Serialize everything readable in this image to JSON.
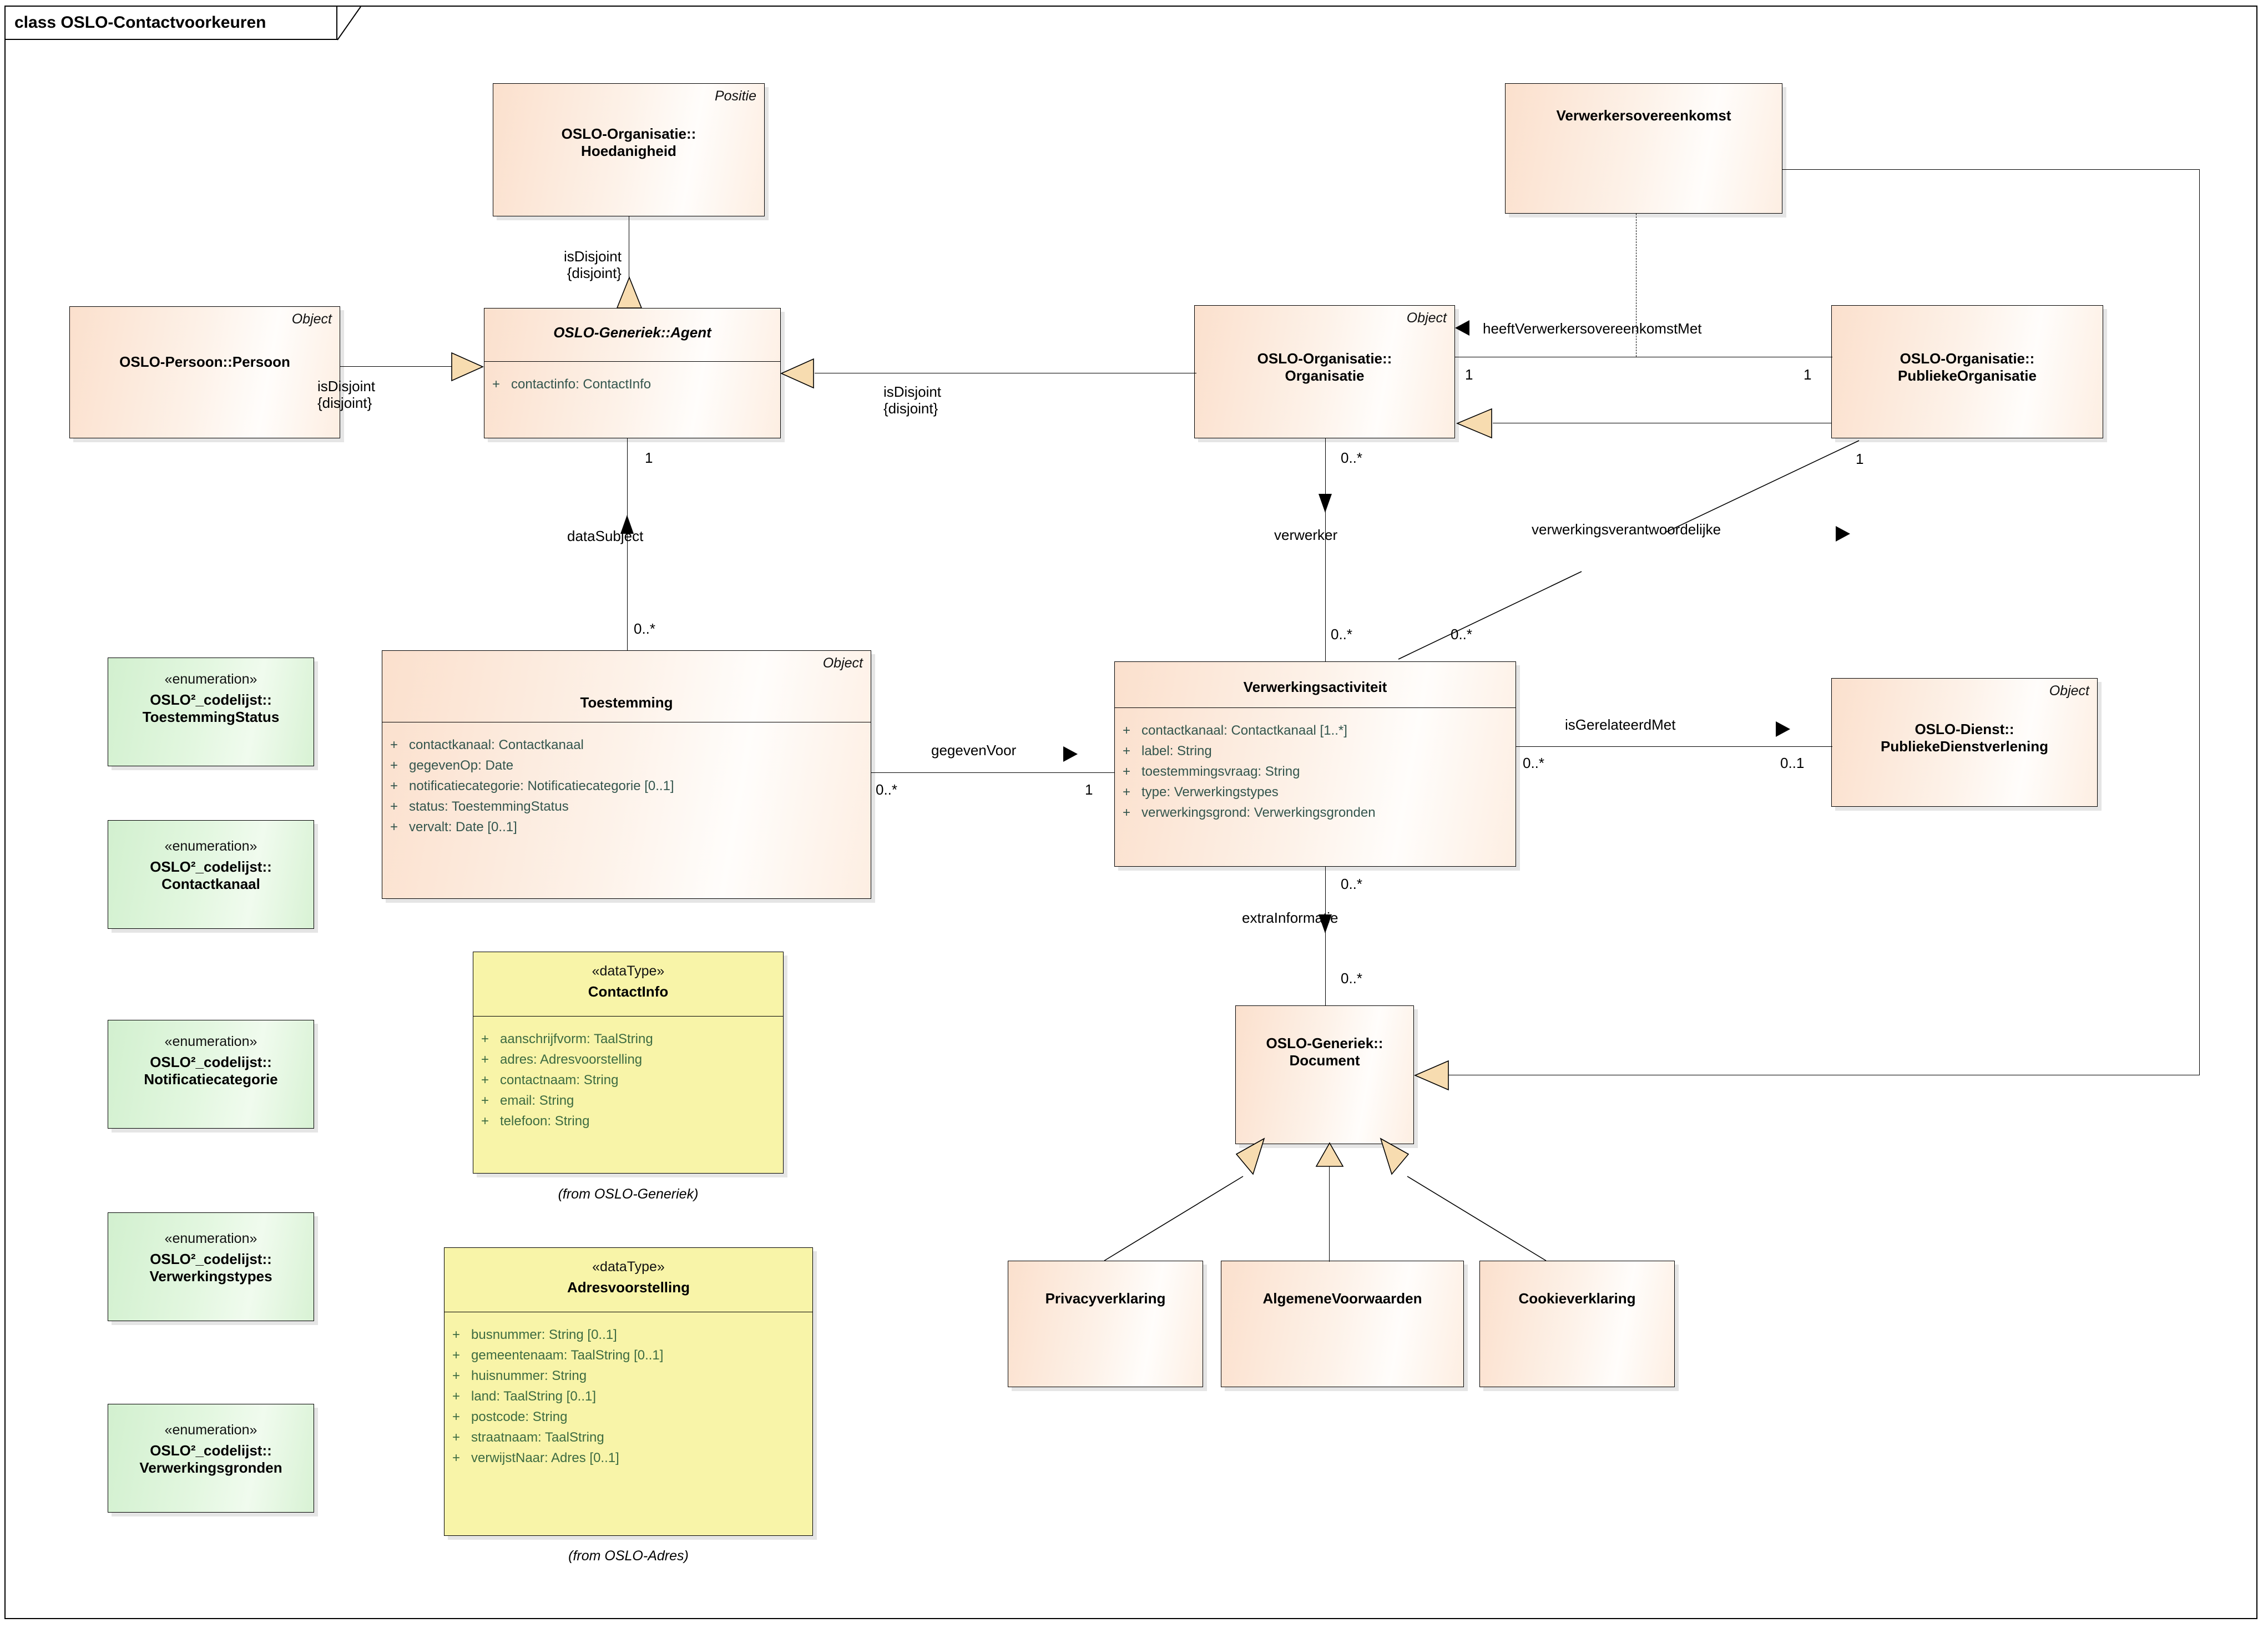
{
  "diagram": {
    "title": "class OSLO-Contactvoorkeuren"
  },
  "classes": {
    "hoedanigheid": {
      "stereotype": "Positie",
      "name_line1": "OSLO-Organisatie::",
      "name_line2": "Hoedanigheid"
    },
    "persoon": {
      "stereotype": "Object",
      "name_line1": "OSLO-Persoon::Persoon",
      "name_line2": ""
    },
    "agent": {
      "stereotype": "",
      "name_line1": "OSLO-Generiek::Agent",
      "name_line2": "",
      "attributes": [
        {
          "visibility": "+",
          "text": "contactinfo: ContactInfo"
        }
      ]
    },
    "verwerkersovereenkomst": {
      "stereotype": "",
      "name_line1": "Verwerkersovereenkomst",
      "name_line2": ""
    },
    "organisatie": {
      "stereotype": "Object",
      "name_line1": "OSLO-Organisatie::",
      "name_line2": "Organisatie"
    },
    "publiekeorganisatie": {
      "stereotype": "",
      "name_line1": "OSLO-Organisatie::",
      "name_line2": "PubliekeOrganisatie"
    },
    "toestemming": {
      "stereotype": "Object",
      "name_line1": "Toestemming",
      "name_line2": "",
      "attributes": [
        {
          "visibility": "+",
          "text": "contactkanaal: Contactkanaal"
        },
        {
          "visibility": "+",
          "text": "gegevenOp: Date"
        },
        {
          "visibility": "+",
          "text": "notificatiecategorie: Notificatiecategorie [0..1]"
        },
        {
          "visibility": "+",
          "text": "status: ToestemmingStatus"
        },
        {
          "visibility": "+",
          "text": "vervalt: Date [0..1]"
        }
      ]
    },
    "verwerkingsactiviteit": {
      "stereotype": "",
      "name_line1": "Verwerkingsactiviteit",
      "name_line2": "",
      "attributes": [
        {
          "visibility": "+",
          "text": "contactkanaal: Contactkanaal [1..*]"
        },
        {
          "visibility": "+",
          "text": "label: String"
        },
        {
          "visibility": "+",
          "text": "toestemmingsvraag: String"
        },
        {
          "visibility": "+",
          "text": "type: Verwerkingstypes"
        },
        {
          "visibility": "+",
          "text": "verwerkingsgrond: Verwerkingsgronden"
        }
      ]
    },
    "publiekedienstverlening": {
      "stereotype": "Object",
      "name_line1": "OSLO-Dienst::",
      "name_line2": "PubliekeDienstverlening"
    },
    "document": {
      "stereotype": "",
      "name_line1": "OSLO-Generiek::",
      "name_line2": "Document"
    },
    "privacyverklaring": {
      "stereotype": "",
      "name_line1": "Privacyverklaring",
      "name_line2": ""
    },
    "algemenevoorwaarden": {
      "stereotype": "",
      "name_line1": "AlgemeneVoorwaarden",
      "name_line2": ""
    },
    "cookieverklaring": {
      "stereotype": "",
      "name_line1": "Cookieverklaring",
      "name_line2": ""
    }
  },
  "enumerations": [
    {
      "stereotype": "«enumeration»",
      "name_line1": "OSLO²_codelijst::",
      "name_line2": "ToestemmingStatus"
    },
    {
      "stereotype": "«enumeration»",
      "name_line1": "OSLO²_codelijst::",
      "name_line2": "Contactkanaal"
    },
    {
      "stereotype": "«enumeration»",
      "name_line1": "OSLO²_codelijst::",
      "name_line2": "Notificatiecategorie"
    },
    {
      "stereotype": "«enumeration»",
      "name_line1": "OSLO²_codelijst::",
      "name_line2": "Verwerkingstypes"
    },
    {
      "stereotype": "«enumeration»",
      "name_line1": "OSLO²_codelijst::",
      "name_line2": "Verwerkingsgronden"
    }
  ],
  "datatypes": {
    "contactinfo": {
      "stereotype": "«dataType»",
      "name": "ContactInfo",
      "from": "(from OSLO-Generiek)",
      "attributes": [
        {
          "visibility": "+",
          "text": "aanschrijfvorm: TaalString"
        },
        {
          "visibility": "+",
          "text": "adres: Adresvoorstelling"
        },
        {
          "visibility": "+",
          "text": "contactnaam: String"
        },
        {
          "visibility": "+",
          "text": "email: String"
        },
        {
          "visibility": "+",
          "text": "telefoon: String"
        }
      ]
    },
    "adresvoorstelling": {
      "stereotype": "«dataType»",
      "name": "Adresvoorstelling",
      "from": "(from OSLO-Adres)",
      "attributes": [
        {
          "visibility": "+",
          "text": "busnummer: String [0..1]"
        },
        {
          "visibility": "+",
          "text": "gemeentenaam: TaalString [0..1]"
        },
        {
          "visibility": "+",
          "text": "huisnummer: String"
        },
        {
          "visibility": "+",
          "text": "land: TaalString [0..1]"
        },
        {
          "visibility": "+",
          "text": "postcode: String"
        },
        {
          "visibility": "+",
          "text": "straatnaam: TaalString"
        },
        {
          "visibility": "+",
          "text": "verwijstNaar: Adres [0..1]"
        }
      ]
    }
  },
  "connectors": {
    "hoedanigheid_agent": {
      "label_line1": "isDisjoint",
      "label_line2": "{disjoint}"
    },
    "persoon_agent": {
      "label_line1": "isDisjoint",
      "label_line2": "{disjoint}"
    },
    "organisatie_agent": {
      "label_line1": "isDisjoint",
      "label_line2": "{disjoint}"
    },
    "dataSubject": {
      "label": "dataSubject",
      "mult_source": "1",
      "mult_target": "0..*"
    },
    "gegevenVoor": {
      "label": "gegevenVoor",
      "mult_source": "0..*",
      "mult_target": "1"
    },
    "verwerker": {
      "label": "verwerker",
      "mult_source": "0..*",
      "mult_target": "0..*"
    },
    "verwerkingsverantwoordelijke": {
      "label": "verwerkingsverantwoordelijke",
      "mult_source": "1",
      "mult_target": "0..*"
    },
    "heeftVerwerkersovereenkomstMet": {
      "label": "heeftVerwerkersovereenkomstMet",
      "mult_source": "1",
      "mult_target": "1"
    },
    "isGerelateerdMet": {
      "label": "isGerelateerdMet",
      "mult_source": "0..*",
      "mult_target": "0..1"
    },
    "extraInformatie": {
      "label": "extraInformatie",
      "mult_source": "0..*",
      "mult_target": "0..*"
    },
    "publiekeorganisatie_extra": {
      "mult": "1"
    }
  }
}
